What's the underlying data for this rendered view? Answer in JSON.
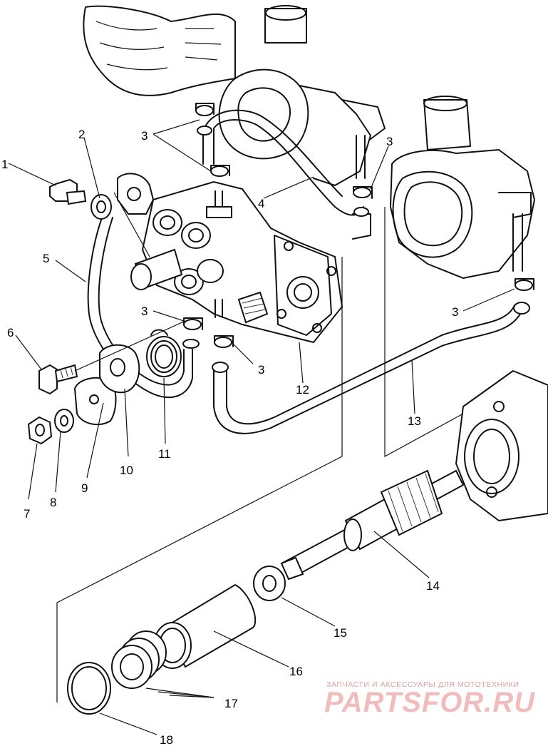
{
  "callouts": [
    {
      "id": "1",
      "label": "1"
    },
    {
      "id": "2",
      "label": "2"
    },
    {
      "id": "3",
      "label": "3"
    },
    {
      "id": "4",
      "label": "4"
    },
    {
      "id": "5",
      "label": "5"
    },
    {
      "id": "6",
      "label": "6"
    },
    {
      "id": "7",
      "label": "7"
    },
    {
      "id": "8",
      "label": "8"
    },
    {
      "id": "9",
      "label": "9"
    },
    {
      "id": "10",
      "label": "10"
    },
    {
      "id": "11",
      "label": "11"
    },
    {
      "id": "12",
      "label": "12"
    },
    {
      "id": "13",
      "label": "13"
    },
    {
      "id": "14",
      "label": "14"
    },
    {
      "id": "15",
      "label": "15"
    },
    {
      "id": "16",
      "label": "16"
    },
    {
      "id": "17",
      "label": "17"
    },
    {
      "id": "18",
      "label": "18"
    }
  ],
  "watermark": {
    "tagline": "ЗАПЧАСТИ И АКСЕССУАРЫ ДЛЯ МОТОТЕХНИКИ",
    "brand": "PARTSFOR.RU"
  }
}
